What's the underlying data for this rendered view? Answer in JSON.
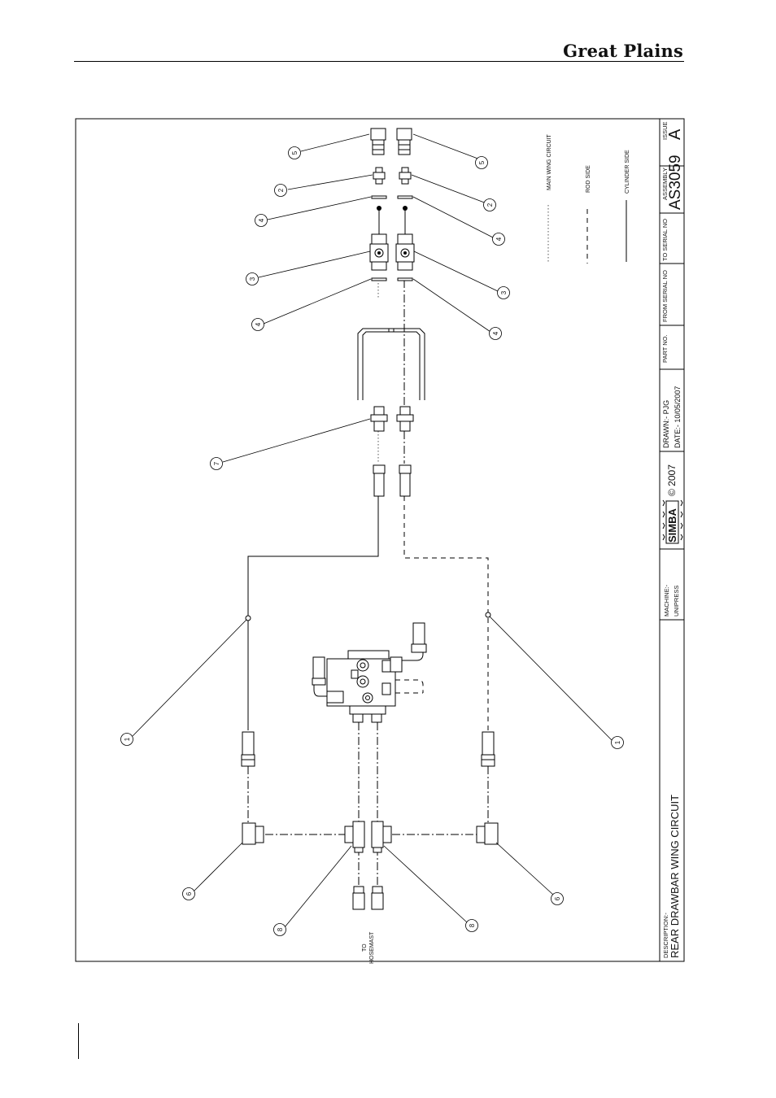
{
  "header": {
    "brand": "Great Plains"
  },
  "legend": {
    "main": "MAIN WING CIRCUIT",
    "rod": "ROD SIDE",
    "cylinder": "CYLINDER SIDE"
  },
  "title_block": {
    "issue_label": "ISSUE",
    "issue_value": "A",
    "assembly_label": "ASSEMBLY",
    "assembly_value": "AS3059",
    "to_serial_label": "TO SERIAL NO",
    "from_serial_label": "FROM SERIAL NO",
    "part_label": "PART NO.",
    "drawn": "DRAWN:-  PJG",
    "date": "DATE:-  10/05/2007",
    "logo": "SIMBA",
    "copyright": "© 2007",
    "machine_label": "MACHINE:-",
    "machine_value": "UNIPRESS",
    "description_label": "DESCRIPTION:-",
    "description_value": "REAR DRAWBAR WING CIRCUIT"
  },
  "annotations": {
    "to_line1": "TO",
    "to_line2": "HOSEMAST"
  },
  "balloons": {
    "b1a": "1",
    "b1b": "1",
    "b2a": "2",
    "b2b": "2",
    "b3a": "3",
    "b3b": "3",
    "b4a": "4",
    "b4b": "4",
    "b4c": "4",
    "b4d": "4",
    "b5a": "5",
    "b5b": "5",
    "b6a": "6",
    "b6b": "6",
    "b7": "7",
    "b8a": "8",
    "b8b": "8"
  }
}
